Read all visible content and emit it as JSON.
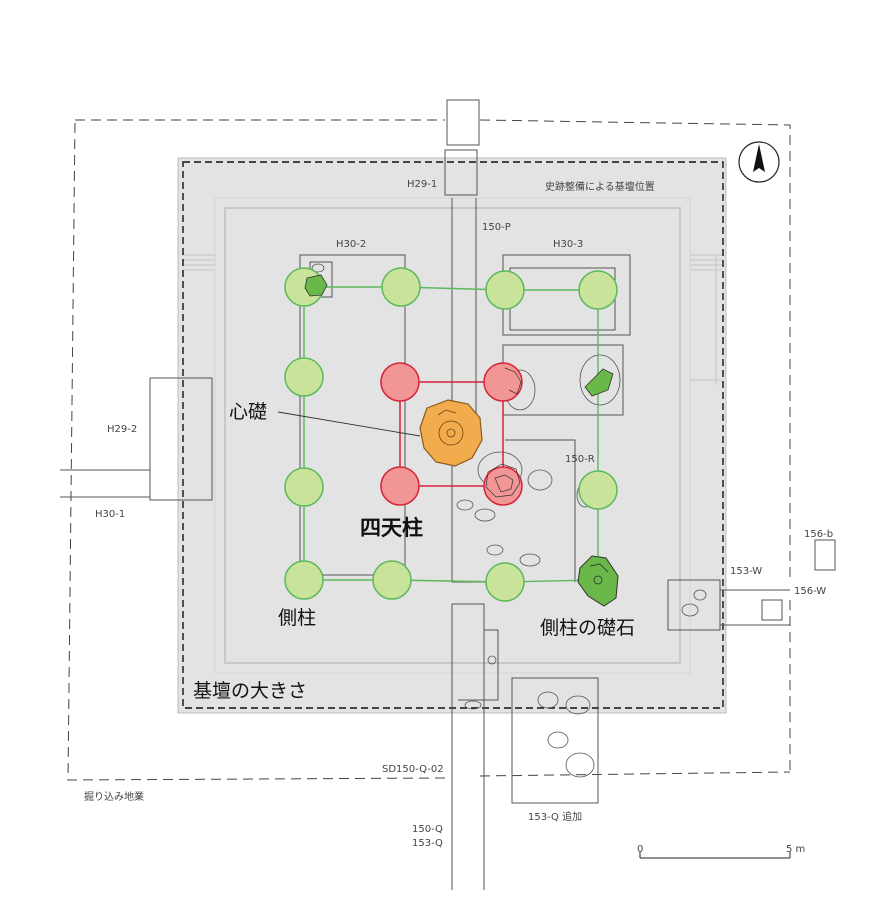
{
  "labels": {
    "h29_1": "H29-1",
    "shiseki": "史跡整備による基壇位置",
    "h30_2": "H30-2",
    "p150": "150-P",
    "h30_3": "H30-3",
    "h29_2": "H29-2",
    "h30_1": "H30-1",
    "r150": "150-R",
    "b156": "156-b",
    "w153": "153-W",
    "w156": "156-W",
    "sd150": "SD150-Q-02",
    "horikomi": "掘り込み地業",
    "q153add": "153-Q 追加",
    "q150": "150-Q",
    "q153": "153-Q",
    "scale0": "0",
    "scale5": "5 m"
  },
  "callouts": {
    "shinso": "心礎",
    "shitenbashira": "四天柱",
    "gawabashira": "側柱",
    "gawabashira_soseki": "側柱の礎石",
    "kidan_size": "基壇の大きさ"
  },
  "colors": {
    "green_fill": "#c9e49a",
    "green_stroke": "#5cb85c",
    "red_fill": "#f29595",
    "red_stroke": "#d6233a",
    "orange_fill": "#f2ac4e",
    "platform_fill": "#e3e3e3",
    "stone_green": "#6bb84a"
  }
}
